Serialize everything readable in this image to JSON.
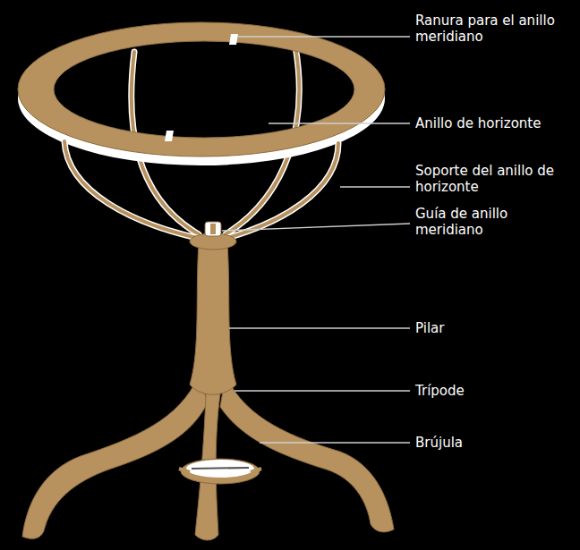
{
  "diagram": {
    "labels": [
      "Ranura para el anillo meridiano",
      "Anillo de horizonte",
      "Soporte del anillo de horizonte",
      "Guía de anillo meridiano",
      "Pilar",
      "Trípode",
      "Brújula"
    ]
  }
}
